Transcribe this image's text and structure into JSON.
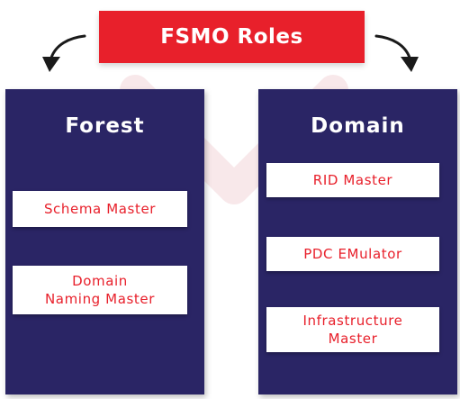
{
  "title": "FSMO Roles",
  "colors": {
    "accent": "#e8202b",
    "panel": "#2a2565",
    "box": "#ffffff"
  },
  "icons": {
    "left_arrow": "curved-arrow-down-left-icon",
    "right_arrow": "curved-arrow-down-right-icon",
    "watermark": "logo-watermark"
  },
  "forest": {
    "title": "Forest",
    "roles": [
      "Schema Master",
      "Domain\nNaming Master"
    ]
  },
  "domain": {
    "title": "Domain",
    "roles": [
      "RID Master",
      "PDC EMulator",
      "Infrastructure\nMaster"
    ]
  }
}
